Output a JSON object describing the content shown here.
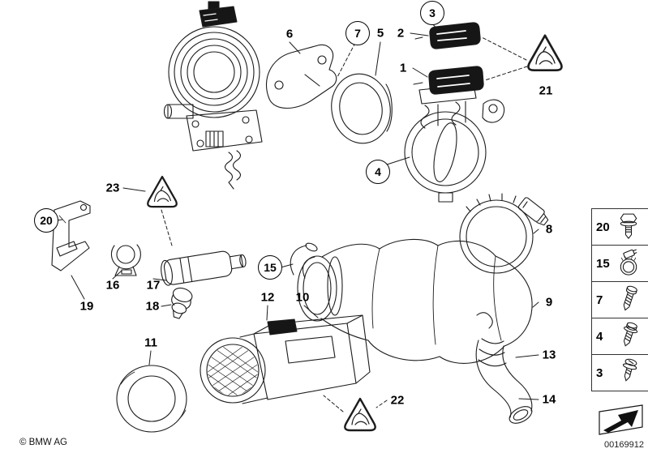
{
  "callouts": [
    {
      "label": "1",
      "circled": false
    },
    {
      "label": "2",
      "circled": false
    },
    {
      "label": "3",
      "circled": true
    },
    {
      "label": "4",
      "circled": true
    },
    {
      "label": "5",
      "circled": false
    },
    {
      "label": "6",
      "circled": false
    },
    {
      "label": "7",
      "circled": true
    },
    {
      "label": "8",
      "circled": false
    },
    {
      "label": "9",
      "circled": false
    },
    {
      "label": "10",
      "circled": false
    },
    {
      "label": "11",
      "circled": false
    },
    {
      "label": "12",
      "circled": false
    },
    {
      "label": "13",
      "circled": false
    },
    {
      "label": "14",
      "circled": false
    },
    {
      "label": "15",
      "circled": true
    },
    {
      "label": "16",
      "circled": false
    },
    {
      "label": "17",
      "circled": false
    },
    {
      "label": "18",
      "circled": false
    },
    {
      "label": "19",
      "circled": false
    },
    {
      "label": "20",
      "circled": true
    },
    {
      "label": "21",
      "circled": false
    },
    {
      "label": "22",
      "circled": false
    },
    {
      "label": "23",
      "circled": false
    }
  ],
  "legend": {
    "rows": [
      {
        "label": "20",
        "icon": "hex-bolt-icon"
      },
      {
        "label": "15",
        "icon": "hose-clamp-icon"
      },
      {
        "label": "7",
        "icon": "machine-screw-icon"
      },
      {
        "label": "4",
        "icon": "machine-screw-washer-icon"
      },
      {
        "label": "3",
        "icon": "tapping-screw-icon"
      }
    ],
    "arrow_icon": "direction-arrow-icon"
  },
  "icons": {
    "warning_triangle": "bull-warning-triangle-icon"
  },
  "footer": {
    "copyright": "© BMW AG",
    "image_code": "00169912"
  }
}
